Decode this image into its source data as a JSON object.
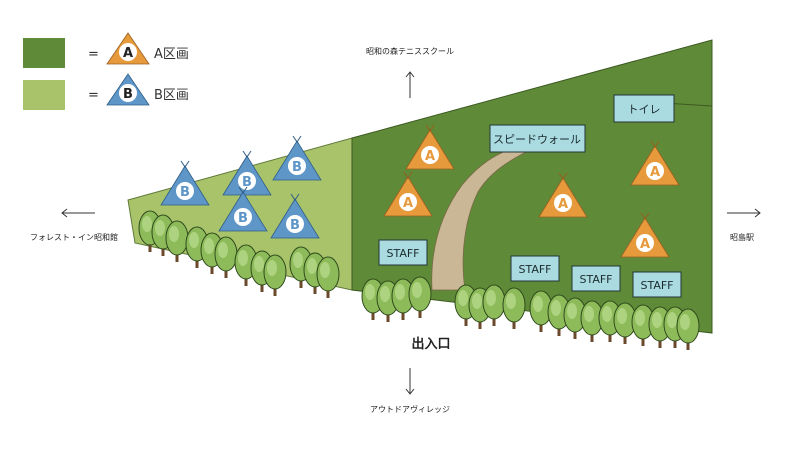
{
  "legend": {
    "a_color": "#5f8a37",
    "b_color": "#a9c36b",
    "a_letter": "A",
    "b_letter": "B",
    "a_label": "A区画",
    "b_label": "B区画",
    "equals": "="
  },
  "directions": {
    "north": "昭和の森テニススクール",
    "west": "フォレスト・イン昭和館",
    "east": "昭島駅",
    "south": "アウトドアヴィレッジ"
  },
  "entrance_label": "出入口",
  "signs": {
    "toilet": "トイレ",
    "speed_wall": "スピードウォール",
    "staff": "STAFF"
  },
  "tent_letters": {
    "a": "A",
    "b": "B"
  },
  "colors": {
    "zone_a": "#5f8a37",
    "zone_b": "#a9c36b",
    "tent_a": "#e69a3c",
    "tent_b": "#5e96c7",
    "path": "#c9b795",
    "sign": "#a9dbe0"
  }
}
